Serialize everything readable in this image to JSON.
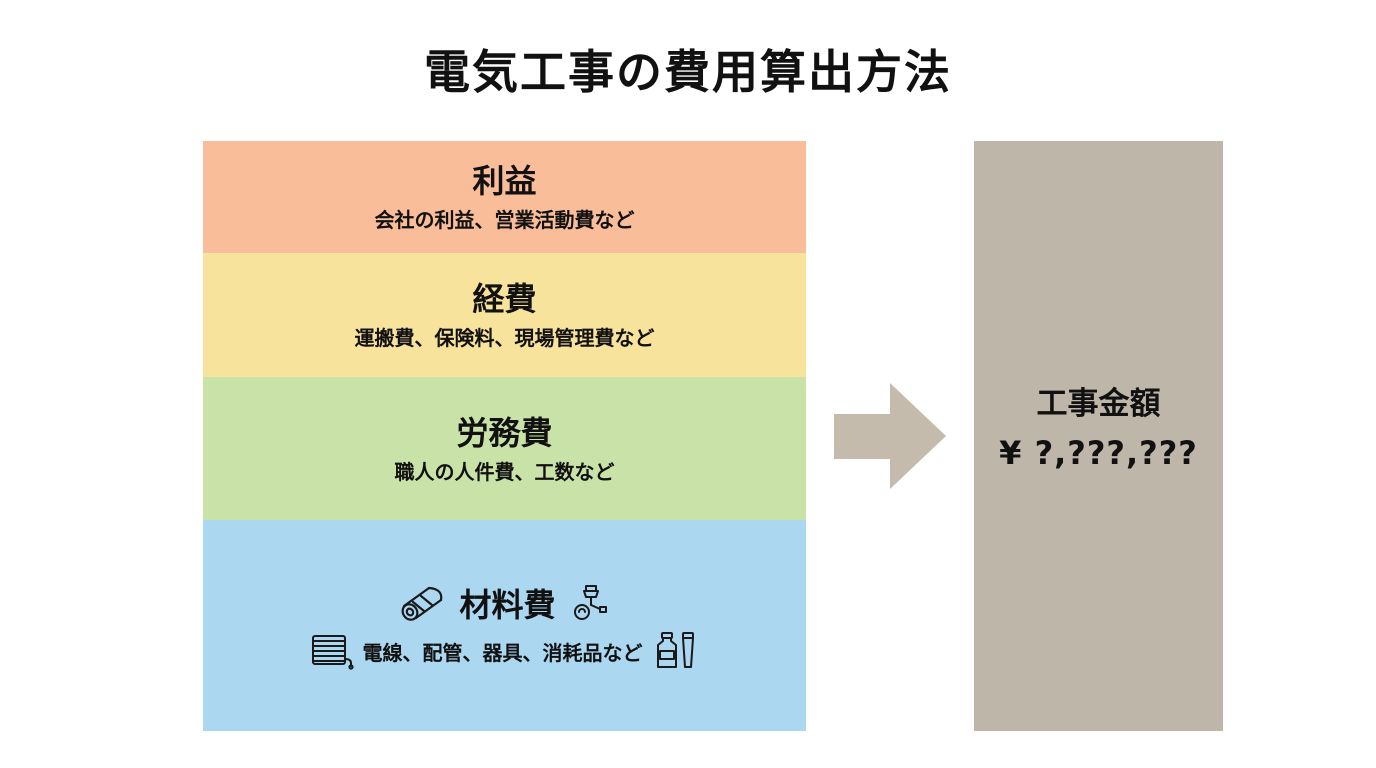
{
  "title": "電気工事の費用算出方法",
  "layers": [
    {
      "title": "利益",
      "description": "会社の利益、営業活動費など",
      "color": "#f9bd99"
    },
    {
      "title": "経費",
      "description": "運搬費、保険料、現場管理費など",
      "color": "#f8e39c"
    },
    {
      "title": "労務費",
      "description": "職人の人件費、工数など",
      "color": "#c9e2a8"
    },
    {
      "title": "材料費",
      "description": "電線、配管、器具、消耗品など",
      "color": "#acd7f1"
    }
  ],
  "total": {
    "label": "工事金額",
    "amount": "¥ ?,???,???",
    "color": "#bfb6aa"
  },
  "arrow_color": "#c4bbad",
  "icons": [
    "conduit-pipe-icon",
    "light-fixture-icon",
    "cable-reel-icon",
    "consumables-bottles-icon"
  ]
}
